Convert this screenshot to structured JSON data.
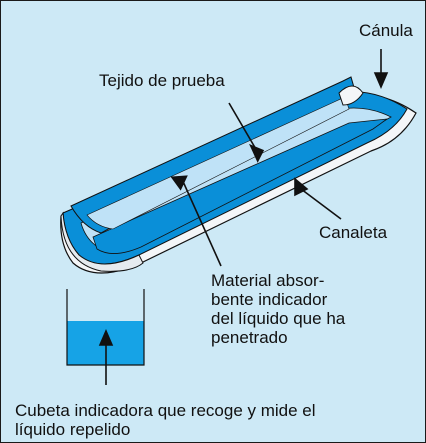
{
  "labels": {
    "canula": "Cánula",
    "tejido": "Tejido de prueba",
    "canaleta": "Canaleta",
    "material": [
      "Material absor-",
      "bente indicador",
      "del líquido que ha",
      "penetrado"
    ],
    "cubeta": [
      "Cubeta indicadora que recoge y mide el",
      "líquido repelido"
    ]
  },
  "colors": {
    "background": "#cde9f6",
    "tube_dark": "#0a8fd8",
    "tube_light": "#bfe2f7",
    "liquid": "#16a3e6",
    "outline": "#111111"
  }
}
